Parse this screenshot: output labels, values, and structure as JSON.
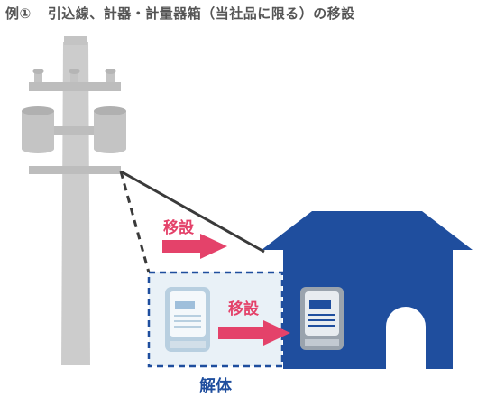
{
  "header": {
    "example_label": "例①",
    "title": "引込線、計器・計量器箱（当社品に限る）の移設"
  },
  "labels": {
    "relocate_upper": "移設",
    "relocate_lower": "移設",
    "dismantle": "解体"
  },
  "colors": {
    "pole": "#cccccc",
    "pole_dark": "#b5b5b5",
    "house": "#1f4e9e",
    "arrow": "#e4426a",
    "wire": "#3a3a3a",
    "dashed_box": "#1f4e9e",
    "dashed_box_fill": "#e9f1f7",
    "meter_old_frame": "#b8cfe0",
    "meter_old_body": "#f4f8fb",
    "meter_new_frame": "#9aa3ad",
    "meter_new_screen": "#1f4e9e",
    "dismantle_text": "#1f4e9e",
    "title_text": "#555555"
  },
  "icons": {
    "arrow": "arrow-right-icon",
    "meter": "electric-meter-icon",
    "pole": "utility-pole-icon",
    "house": "house-icon"
  }
}
